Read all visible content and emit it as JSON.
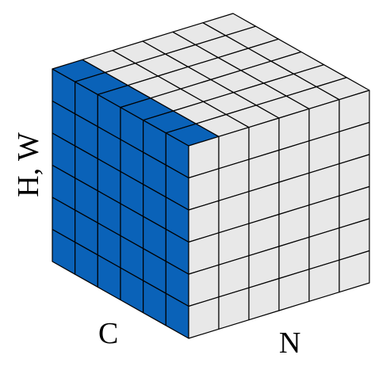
{
  "labels": {
    "channel_axis": "C",
    "batch_axis": "N",
    "spatial_axis": "H, W"
  },
  "grid": {
    "rows": 6,
    "cols": 6,
    "depth": 6,
    "highlighted_depth_slices": 1
  },
  "colors": {
    "highlight": "#0a62b8",
    "cell": "#e8e8e8",
    "stroke": "#000000",
    "background": "#ffffff"
  }
}
